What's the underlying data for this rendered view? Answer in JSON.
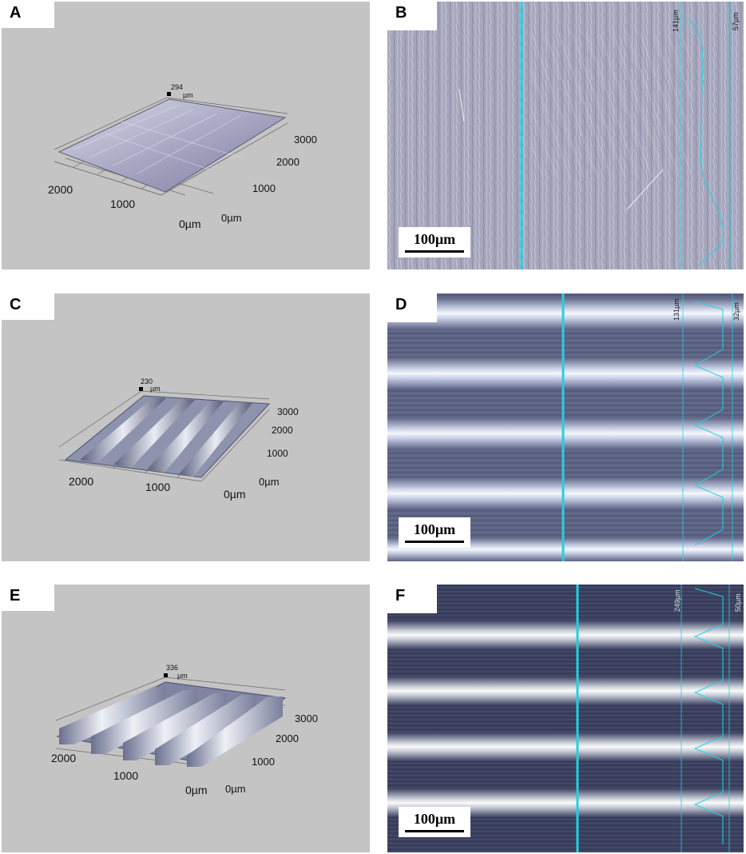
{
  "panels": {
    "A": {
      "letter": "A",
      "zmax": "294",
      "zunit": "µm",
      "x_ticks": [
        "2000",
        "1000",
        "0µm"
      ],
      "y_ticks": [
        "3000",
        "2000",
        "1000",
        "0µm"
      ]
    },
    "B": {
      "letter": "B",
      "scale": "100µm",
      "profile_left": "141µm",
      "profile_right": "57µm"
    },
    "C": {
      "letter": "C",
      "zmax": "230",
      "zunit": "µm",
      "x_ticks": [
        "2000",
        "1000",
        "0µm"
      ],
      "y_ticks": [
        "3000",
        "2000",
        "1000",
        "0µm"
      ]
    },
    "D": {
      "letter": "D",
      "scale": "100µm",
      "profile_left": "131µm",
      "profile_right": "32µm"
    },
    "E": {
      "letter": "E",
      "zmax": "336",
      "zunit": "µm",
      "x_ticks": [
        "2000",
        "1000",
        "0µm"
      ],
      "y_ticks": [
        "3000",
        "2000",
        "1000",
        "0µm"
      ]
    },
    "F": {
      "letter": "F",
      "scale": "100µm",
      "profile_left": "249µm",
      "profile_right": "50µm"
    }
  },
  "colors": {
    "profile_line": "#1fd3e0",
    "panel_bg": "#c4c4c4"
  }
}
